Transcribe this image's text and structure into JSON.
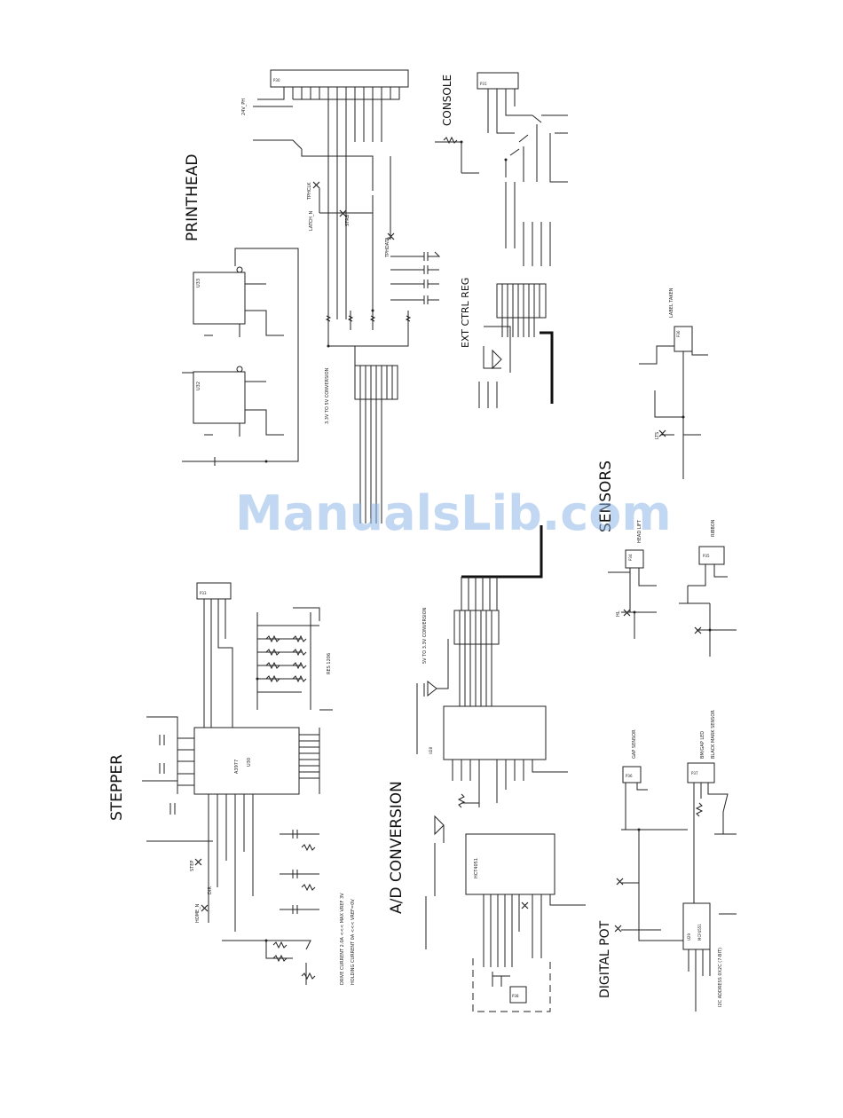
{
  "watermark": "ManualsLib.com",
  "sections": {
    "printhead": "PRINTHEAD",
    "console": "CONSOLE",
    "ext_ctrl_reg": "EXT CTRL REG",
    "sensors": "SENSORS",
    "stepper": "STEPPER",
    "ad_conversion": "A/D CONVERSION",
    "digital_pot": "DIGITAL POT"
  },
  "labels": {
    "conv_3v3_5v": "3.3V TO 5V CONVERSION",
    "conv_5v_3v3": "5V TO 3.3V CONVERSION",
    "drive_current": "DRIVE CURRENT 2.0A <<< MAX VREF 3V",
    "holding_current": "HOLDING CURRENT 0A <<< VREF=0V",
    "i2c_address": "I2C ADDRESS 0X2C (7-BIT)",
    "head_lift": "HEAD LIFT",
    "label_taken": "LABEL TAKEN",
    "ribbon": "RIBBON",
    "gap_sensor": "GAP SENSOR",
    "bm_gap_led": "BM/GAP LED",
    "black_mark_sensor": "BLACK MARK SENSOR",
    "res_1206": "RES 1206",
    "latch_n": "LATCH_N",
    "strb": "STRB",
    "tp_clk": "TPHCLK",
    "tp_data": "TPHDATA",
    "v24_ph": "24V_PH",
    "step": "STEP",
    "dir": "DIR",
    "home_n": "HOME_N",
    "lts": "LTS",
    "hl": "HL"
  },
  "components": {
    "u_printhead_a": "U33",
    "u_printhead_b": "U32",
    "u_stepper": "U30",
    "stepper_chip": "A3977",
    "u_adc": "U28",
    "u_pot": "U29",
    "pot_chip": "MCP4551",
    "adc_chip": "HCT4051",
    "p_printhead": "P30",
    "p_console": "P31",
    "p_stepper": "P33",
    "p_head_lift": "P34",
    "p_label": "P36",
    "p_ribbon": "P35",
    "p_gap": "P36",
    "p_bm": "P37",
    "p_pot": "P38"
  }
}
